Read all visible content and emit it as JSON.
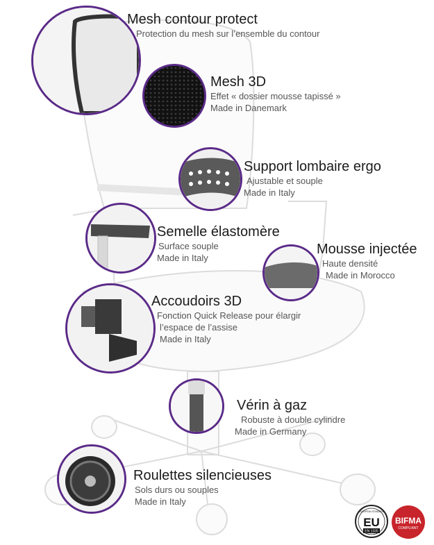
{
  "colors": {
    "accent": "#5a2a88",
    "chair_outline": "#dcdcdc",
    "text": "#1b1b1b",
    "subtext": "#555555",
    "bifma_red": "#c8242b"
  },
  "features": [
    {
      "key": "mesh-contour",
      "title": "Mesh contour protect",
      "lines": [
        "Protection du mesh sur l’ensemble du contour"
      ]
    },
    {
      "key": "mesh-3d",
      "title": "Mesh 3D",
      "lines": [
        "Effet « dossier mousse tapissé »",
        "Made in Danemark"
      ]
    },
    {
      "key": "lumbar",
      "title": "Support lombaire ergo",
      "lines": [
        "Ajustable et souple",
        "Made in Italy"
      ]
    },
    {
      "key": "semelle",
      "title": "Semelle élastomère",
      "lines": [
        "Surface souple",
        "Made in Italy"
      ]
    },
    {
      "key": "mousse",
      "title": "Mousse injectée",
      "lines": [
        "Haute densité",
        "Made in Morocco"
      ]
    },
    {
      "key": "accoudoirs",
      "title": "Accoudoirs 3D",
      "lines": [
        "Fonction Quick Release pour élargir",
        "l’espace de l’assise",
        "Made in Italy"
      ]
    },
    {
      "key": "verin",
      "title": "Vérin à gaz",
      "lines": [
        "Robuste à double cylindre",
        "Made in Germany"
      ]
    },
    {
      "key": "roulettes",
      "title": "Roulettes silencieuses",
      "lines": [
        "Sols durs ou souples",
        "Made in Italy"
      ]
    }
  ],
  "badges": {
    "eu": {
      "label": "EU",
      "small_top": "EUROPEAN STANDARD",
      "small_bottom": "EN 1335"
    },
    "bifma": {
      "label": "BIFMA",
      "small": "COMPLIANT"
    }
  }
}
